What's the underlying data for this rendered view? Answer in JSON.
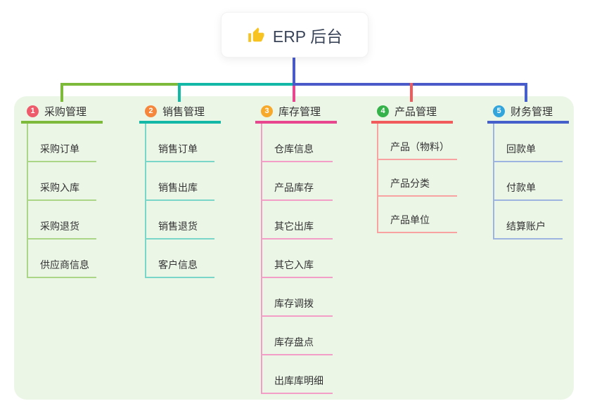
{
  "root": {
    "label": "ERP 后台",
    "icon": "thumbs-up-icon",
    "icon_color": "#f6c322",
    "text_color": "#3b4559",
    "card_bg": "#ffffff"
  },
  "connectors": {
    "stem_color": "#4a5ac8"
  },
  "panel": {
    "bg_color": "#ebf6e7"
  },
  "branches": [
    {
      "number": "1",
      "label": "采购管理",
      "badge_color": "#ee5b6a",
      "line_color": "#7dba3c",
      "child_line_color": "#abd687",
      "children": [
        "采购订单",
        "采购入库",
        "采购退货",
        "供应商信息"
      ]
    },
    {
      "number": "2",
      "label": "销售管理",
      "badge_color": "#f5863c",
      "line_color": "#13b8a6",
      "child_line_color": "#79d6c9",
      "children": [
        "销售订单",
        "销售出库",
        "销售退货",
        "客户信息"
      ]
    },
    {
      "number": "3",
      "label": "库存管理",
      "badge_color": "#f7a92c",
      "line_color": "#e8478f",
      "child_line_color": "#f29ec6",
      "children": [
        "仓库信息",
        "产品库存",
        "其它出库",
        "其它入库",
        "库存调拨",
        "库存盘点",
        "出库库明细"
      ]
    },
    {
      "number": "4",
      "label": "产品管理",
      "badge_color": "#35b34a",
      "line_color": "#f15b5b",
      "child_line_color": "#f8a2a2",
      "children": [
        "产品（物料）",
        "产品分类",
        "产品单位"
      ]
    },
    {
      "number": "5",
      "label": "财务管理",
      "badge_color": "#31a5dc",
      "line_color": "#4660cb",
      "child_line_color": "#9db3e0",
      "children": [
        "回款单",
        "付款单",
        "结算账户"
      ]
    }
  ]
}
